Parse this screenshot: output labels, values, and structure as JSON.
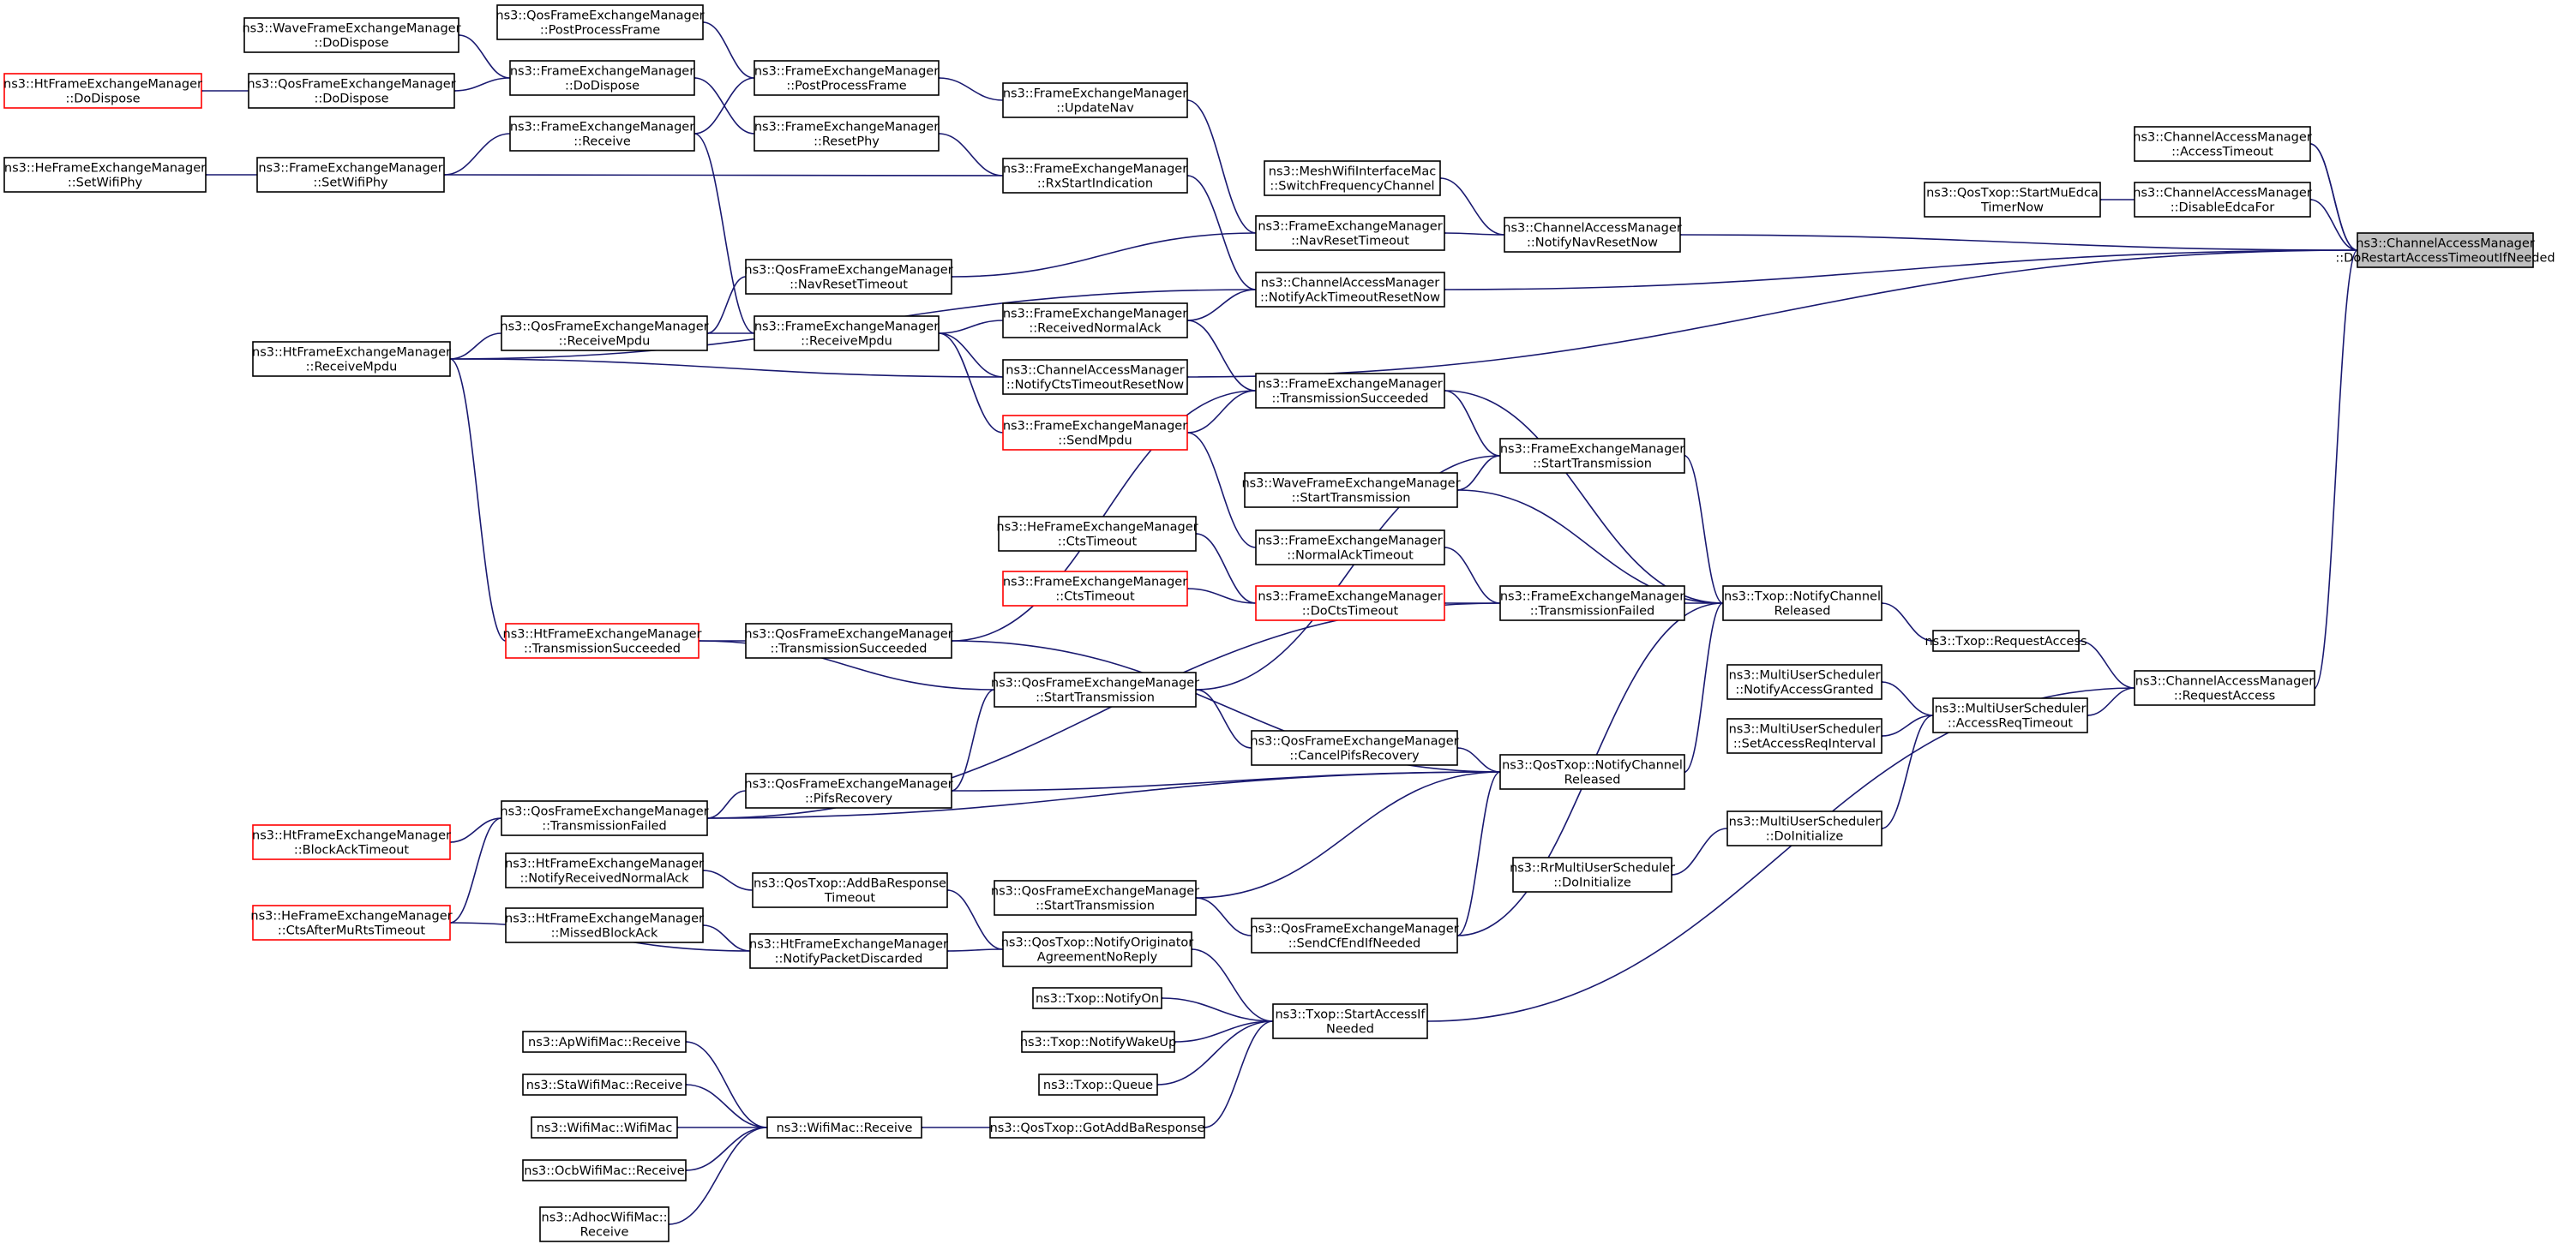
{
  "colors": {
    "edge": "#191970",
    "missing_border": "#ff0000",
    "root_fill": "#bfbfbf"
  },
  "nodes": [
    {
      "id": "root",
      "lines": [
        "ns3::ChannelAccessManager",
        "::DoRestartAccessTimeoutIfNeeded"
      ],
      "style": "root"
    },
    {
      "id": "cam_access_timeout",
      "lines": [
        "ns3::ChannelAccessManager",
        "::AccessTimeout"
      ]
    },
    {
      "id": "cam_disable_edca",
      "lines": [
        "ns3::ChannelAccessManager",
        "::DisableEdcaFor"
      ]
    },
    {
      "id": "qostxop_start_mu",
      "lines": [
        "ns3::QosTxop::StartMuEdca",
        "TimerNow"
      ]
    },
    {
      "id": "cam_notify_nav_reset_now",
      "lines": [
        "ns3::ChannelAccessManager",
        "::NotifyNavResetNow"
      ]
    },
    {
      "id": "mesh_switch",
      "lines": [
        "ns3::MeshWifiInterfaceMac",
        "::SwitchFrequencyChannel"
      ]
    },
    {
      "id": "fem_nav_reset_timeout",
      "lines": [
        "ns3::FrameExchangeManager",
        "::NavResetTimeout"
      ]
    },
    {
      "id": "cam_notify_ack_timeout_reset",
      "lines": [
        "ns3::ChannelAccessManager",
        "::NotifyAckTimeoutResetNow"
      ]
    },
    {
      "id": "cam_notify_cts_timeout_reset",
      "lines": [
        "ns3::ChannelAccessManager",
        "::NotifyCtsTimeoutResetNow"
      ]
    },
    {
      "id": "fem_update_nav",
      "lines": [
        "ns3::FrameExchangeManager",
        "::UpdateNav"
      ]
    },
    {
      "id": "fem_rx_start",
      "lines": [
        "ns3::FrameExchangeManager",
        "::RxStartIndication"
      ]
    },
    {
      "id": "fem_post_process",
      "lines": [
        "ns3::FrameExchangeManager",
        "::PostProcessFrame"
      ]
    },
    {
      "id": "fem_reset_phy",
      "lines": [
        "ns3::FrameExchangeManager",
        "::ResetPhy"
      ]
    },
    {
      "id": "qfem_post_process",
      "lines": [
        "ns3::QosFrameExchangeManager",
        "::PostProcessFrame"
      ]
    },
    {
      "id": "wave_do_dispose",
      "lines": [
        "ns3::WaveFrameExchangeManager",
        "::DoDispose"
      ]
    },
    {
      "id": "fem_do_dispose",
      "lines": [
        "ns3::FrameExchangeManager",
        "::DoDispose"
      ]
    },
    {
      "id": "qfem_do_dispose",
      "lines": [
        "ns3::QosFrameExchangeManager",
        "::DoDispose"
      ]
    },
    {
      "id": "ht_do_dispose",
      "lines": [
        "ns3::HtFrameExchangeManager",
        "::DoDispose"
      ],
      "style": "red"
    },
    {
      "id": "fem_receive",
      "lines": [
        "ns3::FrameExchangeManager",
        "::Receive"
      ]
    },
    {
      "id": "fem_set_wifi_phy",
      "lines": [
        "ns3::FrameExchangeManager",
        "::SetWifiPhy"
      ]
    },
    {
      "id": "he_set_wifi_phy",
      "lines": [
        "ns3::HeFrameExchangeManager",
        "::SetWifiPhy"
      ]
    },
    {
      "id": "qfem_nav_reset_timeout",
      "lines": [
        "ns3::QosFrameExchangeManager",
        "::NavResetTimeout"
      ]
    },
    {
      "id": "qfem_receive_mpdu",
      "lines": [
        "ns3::QosFrameExchangeManager",
        "::ReceiveMpdu"
      ]
    },
    {
      "id": "fem_receive_mpdu",
      "lines": [
        "ns3::FrameExchangeManager",
        "::ReceiveMpdu"
      ]
    },
    {
      "id": "ht_receive_mpdu",
      "lines": [
        "ns3::HtFrameExchangeManager",
        "::ReceiveMpdu"
      ]
    },
    {
      "id": "fem_received_normal_ack",
      "lines": [
        "ns3::FrameExchangeManager",
        "::ReceivedNormalAck"
      ]
    },
    {
      "id": "fem_send_mpdu",
      "lines": [
        "ns3::FrameExchangeManager",
        "::SendMpdu"
      ],
      "style": "red"
    },
    {
      "id": "fem_tx_succeeded",
      "lines": [
        "ns3::FrameExchangeManager",
        "::TransmissionSucceeded"
      ]
    },
    {
      "id": "fem_start_tx",
      "lines": [
        "ns3::FrameExchangeManager",
        "::StartTransmission"
      ]
    },
    {
      "id": "wave_start_tx",
      "lines": [
        "ns3::WaveFrameExchangeManager",
        "::StartTransmission"
      ]
    },
    {
      "id": "he_cts_timeout",
      "lines": [
        "ns3::HeFrameExchangeManager",
        "::CtsTimeout"
      ]
    },
    {
      "id": "fem_cts_timeout",
      "lines": [
        "ns3::FrameExchangeManager",
        "::CtsTimeout"
      ],
      "style": "red"
    },
    {
      "id": "fem_normal_ack_timeout",
      "lines": [
        "ns3::FrameExchangeManager",
        "::NormalAckTimeout"
      ]
    },
    {
      "id": "fem_do_cts_timeout",
      "lines": [
        "ns3::FrameExchangeManager",
        "::DoCtsTimeout"
      ],
      "style": "red"
    },
    {
      "id": "fem_tx_failed",
      "lines": [
        "ns3::FrameExchangeManager",
        "::TransmissionFailed"
      ]
    },
    {
      "id": "txop_notify_ch_released",
      "lines": [
        "ns3::Txop::NotifyChannel",
        "Released"
      ]
    },
    {
      "id": "txop_request_access",
      "lines": [
        "ns3::Txop::RequestAccess"
      ]
    },
    {
      "id": "cam_request_access",
      "lines": [
        "ns3::ChannelAccessManager",
        "::RequestAccess"
      ]
    },
    {
      "id": "mus_access_req_timeout",
      "lines": [
        "ns3::MultiUserScheduler",
        "::AccessReqTimeout"
      ]
    },
    {
      "id": "mus_notify_granted",
      "lines": [
        "ns3::MultiUserScheduler",
        "::NotifyAccessGranted"
      ]
    },
    {
      "id": "mus_set_interval",
      "lines": [
        "ns3::MultiUserScheduler",
        "::SetAccessReqInterval"
      ]
    },
    {
      "id": "mus_do_initialize",
      "lines": [
        "ns3::MultiUserScheduler",
        "::DoInitialize"
      ]
    },
    {
      "id": "rr_do_initialize",
      "lines": [
        "ns3::RrMultiUserScheduler",
        "::DoInitialize"
      ]
    },
    {
      "id": "ht_tx_succeeded",
      "lines": [
        "ns3::HtFrameExchangeManager",
        "::TransmissionSucceeded"
      ],
      "style": "red"
    },
    {
      "id": "qfem_tx_succeeded",
      "lines": [
        "ns3::QosFrameExchangeManager",
        "::TransmissionSucceeded"
      ]
    },
    {
      "id": "qfem_start_tx",
      "lines": [
        "ns3::QosFrameExchangeManager",
        "::StartTransmission"
      ]
    },
    {
      "id": "qfem_cancel_pifs",
      "lines": [
        "ns3::QosFrameExchangeManager",
        "::CancelPifsRecovery"
      ]
    },
    {
      "id": "qostxop_notify_ch_released",
      "lines": [
        "ns3::QosTxop::NotifyChannel",
        "Released"
      ]
    },
    {
      "id": "qfem_pifs_recovery",
      "lines": [
        "ns3::QosFrameExchangeManager",
        "::PifsRecovery"
      ]
    },
    {
      "id": "qfem_tx_failed",
      "lines": [
        "ns3::QosFrameExchangeManager",
        "::TransmissionFailed"
      ]
    },
    {
      "id": "ht_block_ack_timeout",
      "lines": [
        "ns3::HtFrameExchangeManager",
        "::BlockAckTimeout"
      ],
      "style": "red"
    },
    {
      "id": "he_cts_after_mu_rts",
      "lines": [
        "ns3::HeFrameExchangeManager",
        "::CtsAfterMuRtsTimeout"
      ],
      "style": "red"
    },
    {
      "id": "ht_notify_received_normal_ack",
      "lines": [
        "ns3::HtFrameExchangeManager",
        "::NotifyReceivedNormalAck"
      ]
    },
    {
      "id": "ht_missed_block_ack",
      "lines": [
        "ns3::HtFrameExchangeManager",
        "::MissedBlockAck"
      ]
    },
    {
      "id": "qostxop_add_ba_timeout",
      "lines": [
        "ns3::QosTxop::AddBaResponse",
        "Timeout"
      ]
    },
    {
      "id": "ht_notify_packet_discarded",
      "lines": [
        "ns3::HtFrameExchangeManager",
        "::NotifyPacketDiscarded"
      ]
    },
    {
      "id": "qfem_start_tx2",
      "lines": [
        "ns3::QosFrameExchangeManager",
        "::StartTransmission"
      ]
    },
    {
      "id": "qostxop_notify_originator",
      "lines": [
        "ns3::QosTxop::NotifyOriginator",
        "AgreementNoReply"
      ]
    },
    {
      "id": "qfem_send_cf_end",
      "lines": [
        "ns3::QosFrameExchangeManager",
        "::SendCfEndIfNeeded"
      ]
    },
    {
      "id": "txop_notify_on",
      "lines": [
        "ns3::Txop::NotifyOn"
      ]
    },
    {
      "id": "txop_notify_wakeup",
      "lines": [
        "ns3::Txop::NotifyWakeUp"
      ]
    },
    {
      "id": "txop_queue",
      "lines": [
        "ns3::Txop::Queue"
      ]
    },
    {
      "id": "txop_start_access",
      "lines": [
        "ns3::Txop::StartAccessIf",
        "Needed"
      ]
    },
    {
      "id": "qostxop_got_add_ba",
      "lines": [
        "ns3::QosTxop::GotAddBaResponse"
      ]
    },
    {
      "id": "wifimac_receive",
      "lines": [
        "ns3::WifiMac::Receive"
      ]
    },
    {
      "id": "ap_receive",
      "lines": [
        "ns3::ApWifiMac::Receive"
      ]
    },
    {
      "id": "sta_receive",
      "lines": [
        "ns3::StaWifiMac::Receive"
      ]
    },
    {
      "id": "wifimac_wifimac",
      "lines": [
        "ns3::WifiMac::WifiMac"
      ]
    },
    {
      "id": "ocb_receive",
      "lines": [
        "ns3::OcbWifiMac::Receive"
      ]
    },
    {
      "id": "adhoc_receive",
      "lines": [
        "ns3::AdhocWifiMac::",
        "Receive"
      ]
    }
  ]
}
